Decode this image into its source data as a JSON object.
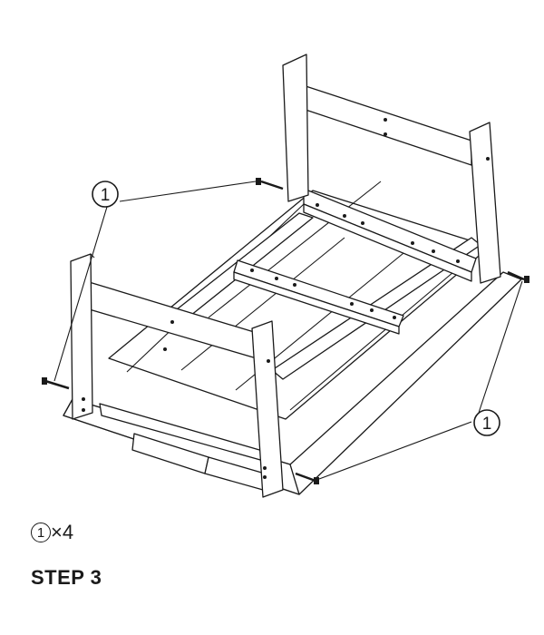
{
  "callouts": [
    {
      "label": "1"
    },
    {
      "label": "1"
    }
  ],
  "parts_list": {
    "part_label": "1",
    "quantity_text": "×4"
  },
  "step": {
    "title": "STEP 3"
  },
  "colors": {
    "line": "#1a1a1a",
    "background": "#ffffff"
  }
}
